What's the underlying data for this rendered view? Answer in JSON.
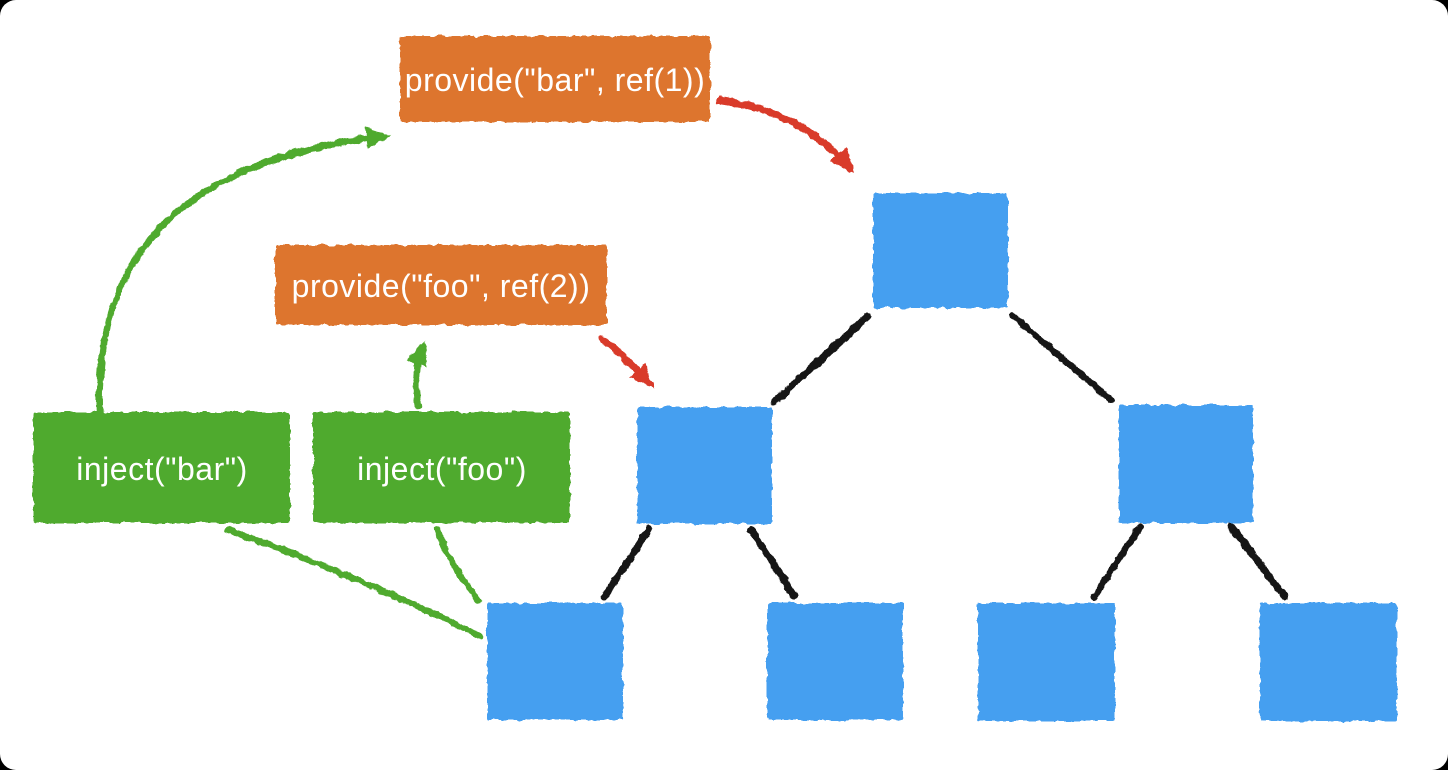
{
  "diagram": {
    "provide_boxes": [
      {
        "id": "provide-bar",
        "label": "provide(\"bar\", ref(1))"
      },
      {
        "id": "provide-foo",
        "label": "provide(\"foo\", ref(2))"
      }
    ],
    "inject_boxes": [
      {
        "id": "inject-bar",
        "label": "inject(\"bar\")"
      },
      {
        "id": "inject-foo",
        "label": "inject(\"foo\")"
      }
    ],
    "component_tree": {
      "node_count": 7,
      "levels": 3,
      "structure": "root component with two children, each child has two leaf children"
    },
    "relations": [
      {
        "type": "inject-resolves-to-provide",
        "from": "inject-bar",
        "to": "provide-bar",
        "color": "green"
      },
      {
        "type": "inject-resolves-to-provide",
        "from": "inject-foo",
        "to": "provide-foo",
        "color": "green"
      },
      {
        "type": "provide-declared-in-component",
        "from": "provide-bar",
        "to": "root-component",
        "color": "red"
      },
      {
        "type": "provide-declared-in-component",
        "from": "provide-foo",
        "to": "middle-left-component",
        "color": "red"
      },
      {
        "type": "inject-called-in-component",
        "from": "bottom-left-leaf-component",
        "to": "inject-bar",
        "color": "green"
      },
      {
        "type": "inject-called-in-component",
        "from": "bottom-left-leaf-component",
        "to": "inject-foo",
        "color": "green"
      }
    ],
    "colors": {
      "provide_box": "#DD742F",
      "inject_box": "#4FAA2D",
      "component_node": "#459FF0",
      "green_arrow": "#4FAA2D",
      "red_arrow": "#D93A2B",
      "tree_edge": "#161616",
      "label_text": "#FFFFFF",
      "background": "#FFFFFF"
    }
  }
}
